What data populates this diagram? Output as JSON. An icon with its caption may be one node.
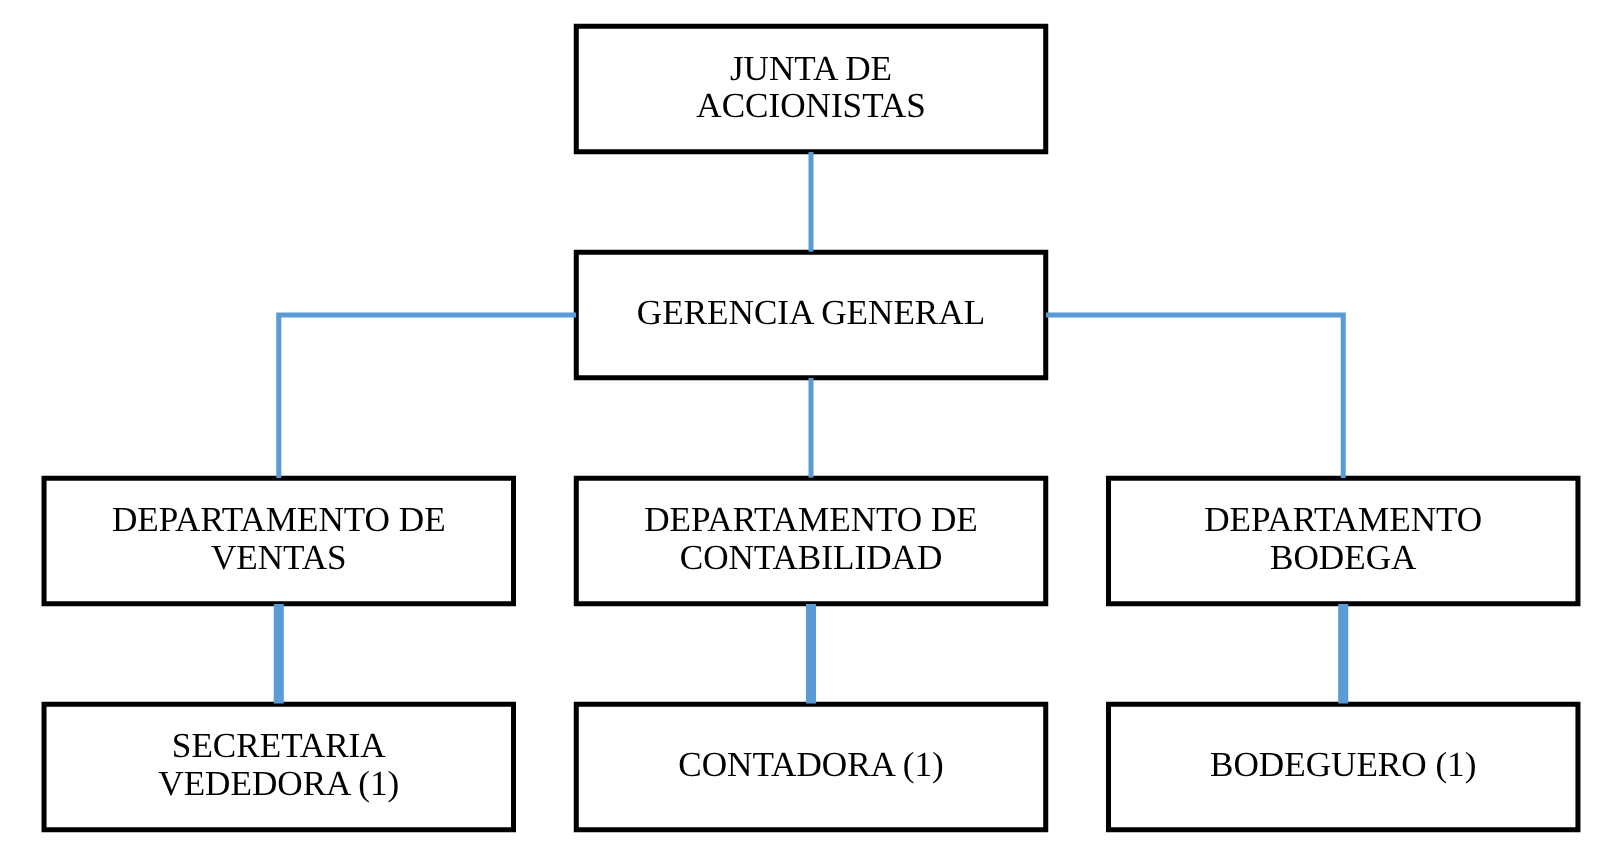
{
  "diagram": {
    "nodes": [
      {
        "text": [
          "JUNTA DE ACCIONISTAS"
        ]
      },
      {
        "text": [
          "GERENCIA GENERAL"
        ]
      },
      {
        "text": [
          "DEPARTAMENTO DE VENTAS"
        ]
      },
      {
        "text": [
          "DEPARTAMENTO DE CONTABILIDAD"
        ]
      },
      {
        "text": [
          "DEPARTAMENTO BODEGA"
        ]
      },
      {
        "text": [
          "SECRETARIA VEDEDORA (1)"
        ]
      },
      {
        "text": [
          "CONTADORA (1)"
        ]
      },
      {
        "text": [
          "BODEGUERO (1)"
        ]
      }
    ],
    "edges": [
      {
        "from": 0,
        "to": 1,
        "arrow": "none"
      },
      {
        "from": 1,
        "to": 2,
        "arrow": "none"
      },
      {
        "from": 1,
        "to": 3,
        "arrow": "none"
      },
      {
        "from": 1,
        "to": 4,
        "arrow": "none"
      },
      {
        "from": 2,
        "to": 5,
        "arrow": "none",
        "style": "thick"
      },
      {
        "from": 3,
        "to": 6,
        "arrow": "none",
        "style": "thick"
      },
      {
        "from": 4,
        "to": 7,
        "arrow": "none",
        "style": "thick"
      }
    ]
  }
}
